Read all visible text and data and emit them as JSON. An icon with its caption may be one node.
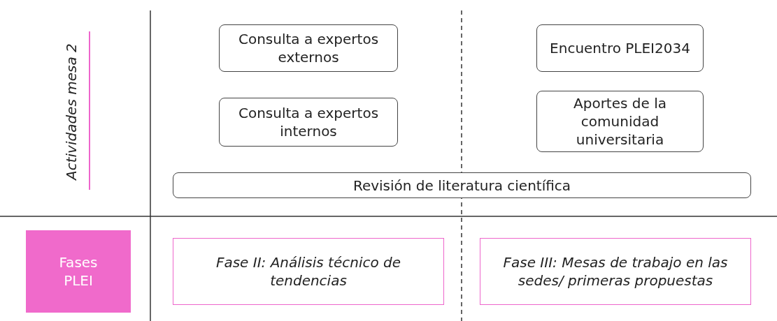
{
  "diagram": {
    "nodes": [
      {
        "text": [
          "Consulta a expertos externos"
        ]
      },
      {
        "text": [
          "Encuentro PLEI2034"
        ]
      },
      {
        "text": [
          "Consulta a expertos internos"
        ]
      },
      {
        "text": [
          "Aportes de la comunidad universitaria"
        ]
      },
      {
        "text": [
          "Revisión de literatura científica"
        ]
      },
      {
        "text": [
          "Fases PLEI"
        ]
      },
      {
        "text": [
          "Fase II: Análisis técnico de tendencias"
        ]
      },
      {
        "text": [
          "Fase III: Mesas de trabajo en las sedes/ primeras propuestas"
        ]
      }
    ],
    "edges": [],
    "labels": [
      "Actividades mesa 2"
    ]
  }
}
